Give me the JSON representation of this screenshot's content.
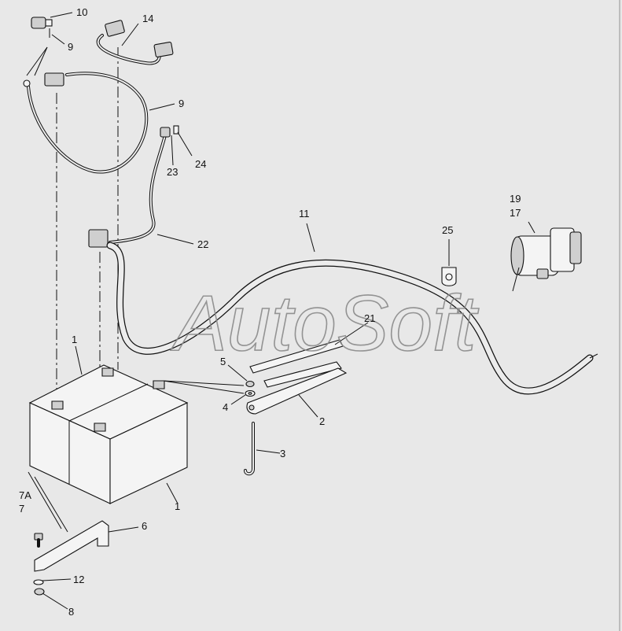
{
  "watermark": "AutoSoft",
  "callouts": {
    "c10": "10",
    "c9a": "9",
    "c14": "14",
    "c9b": "9",
    "c23": "23",
    "c24": "24",
    "c22": "22",
    "c11": "11",
    "c19": "19",
    "c17": "17",
    "c25": "25",
    "c21": "21",
    "c1a": "1",
    "c5": "5",
    "c4": "4",
    "c2": "2",
    "c3": "3",
    "c1b": "1",
    "c7a": "7A",
    "c7": "7",
    "c6": "6",
    "c12": "12",
    "c8": "8"
  }
}
